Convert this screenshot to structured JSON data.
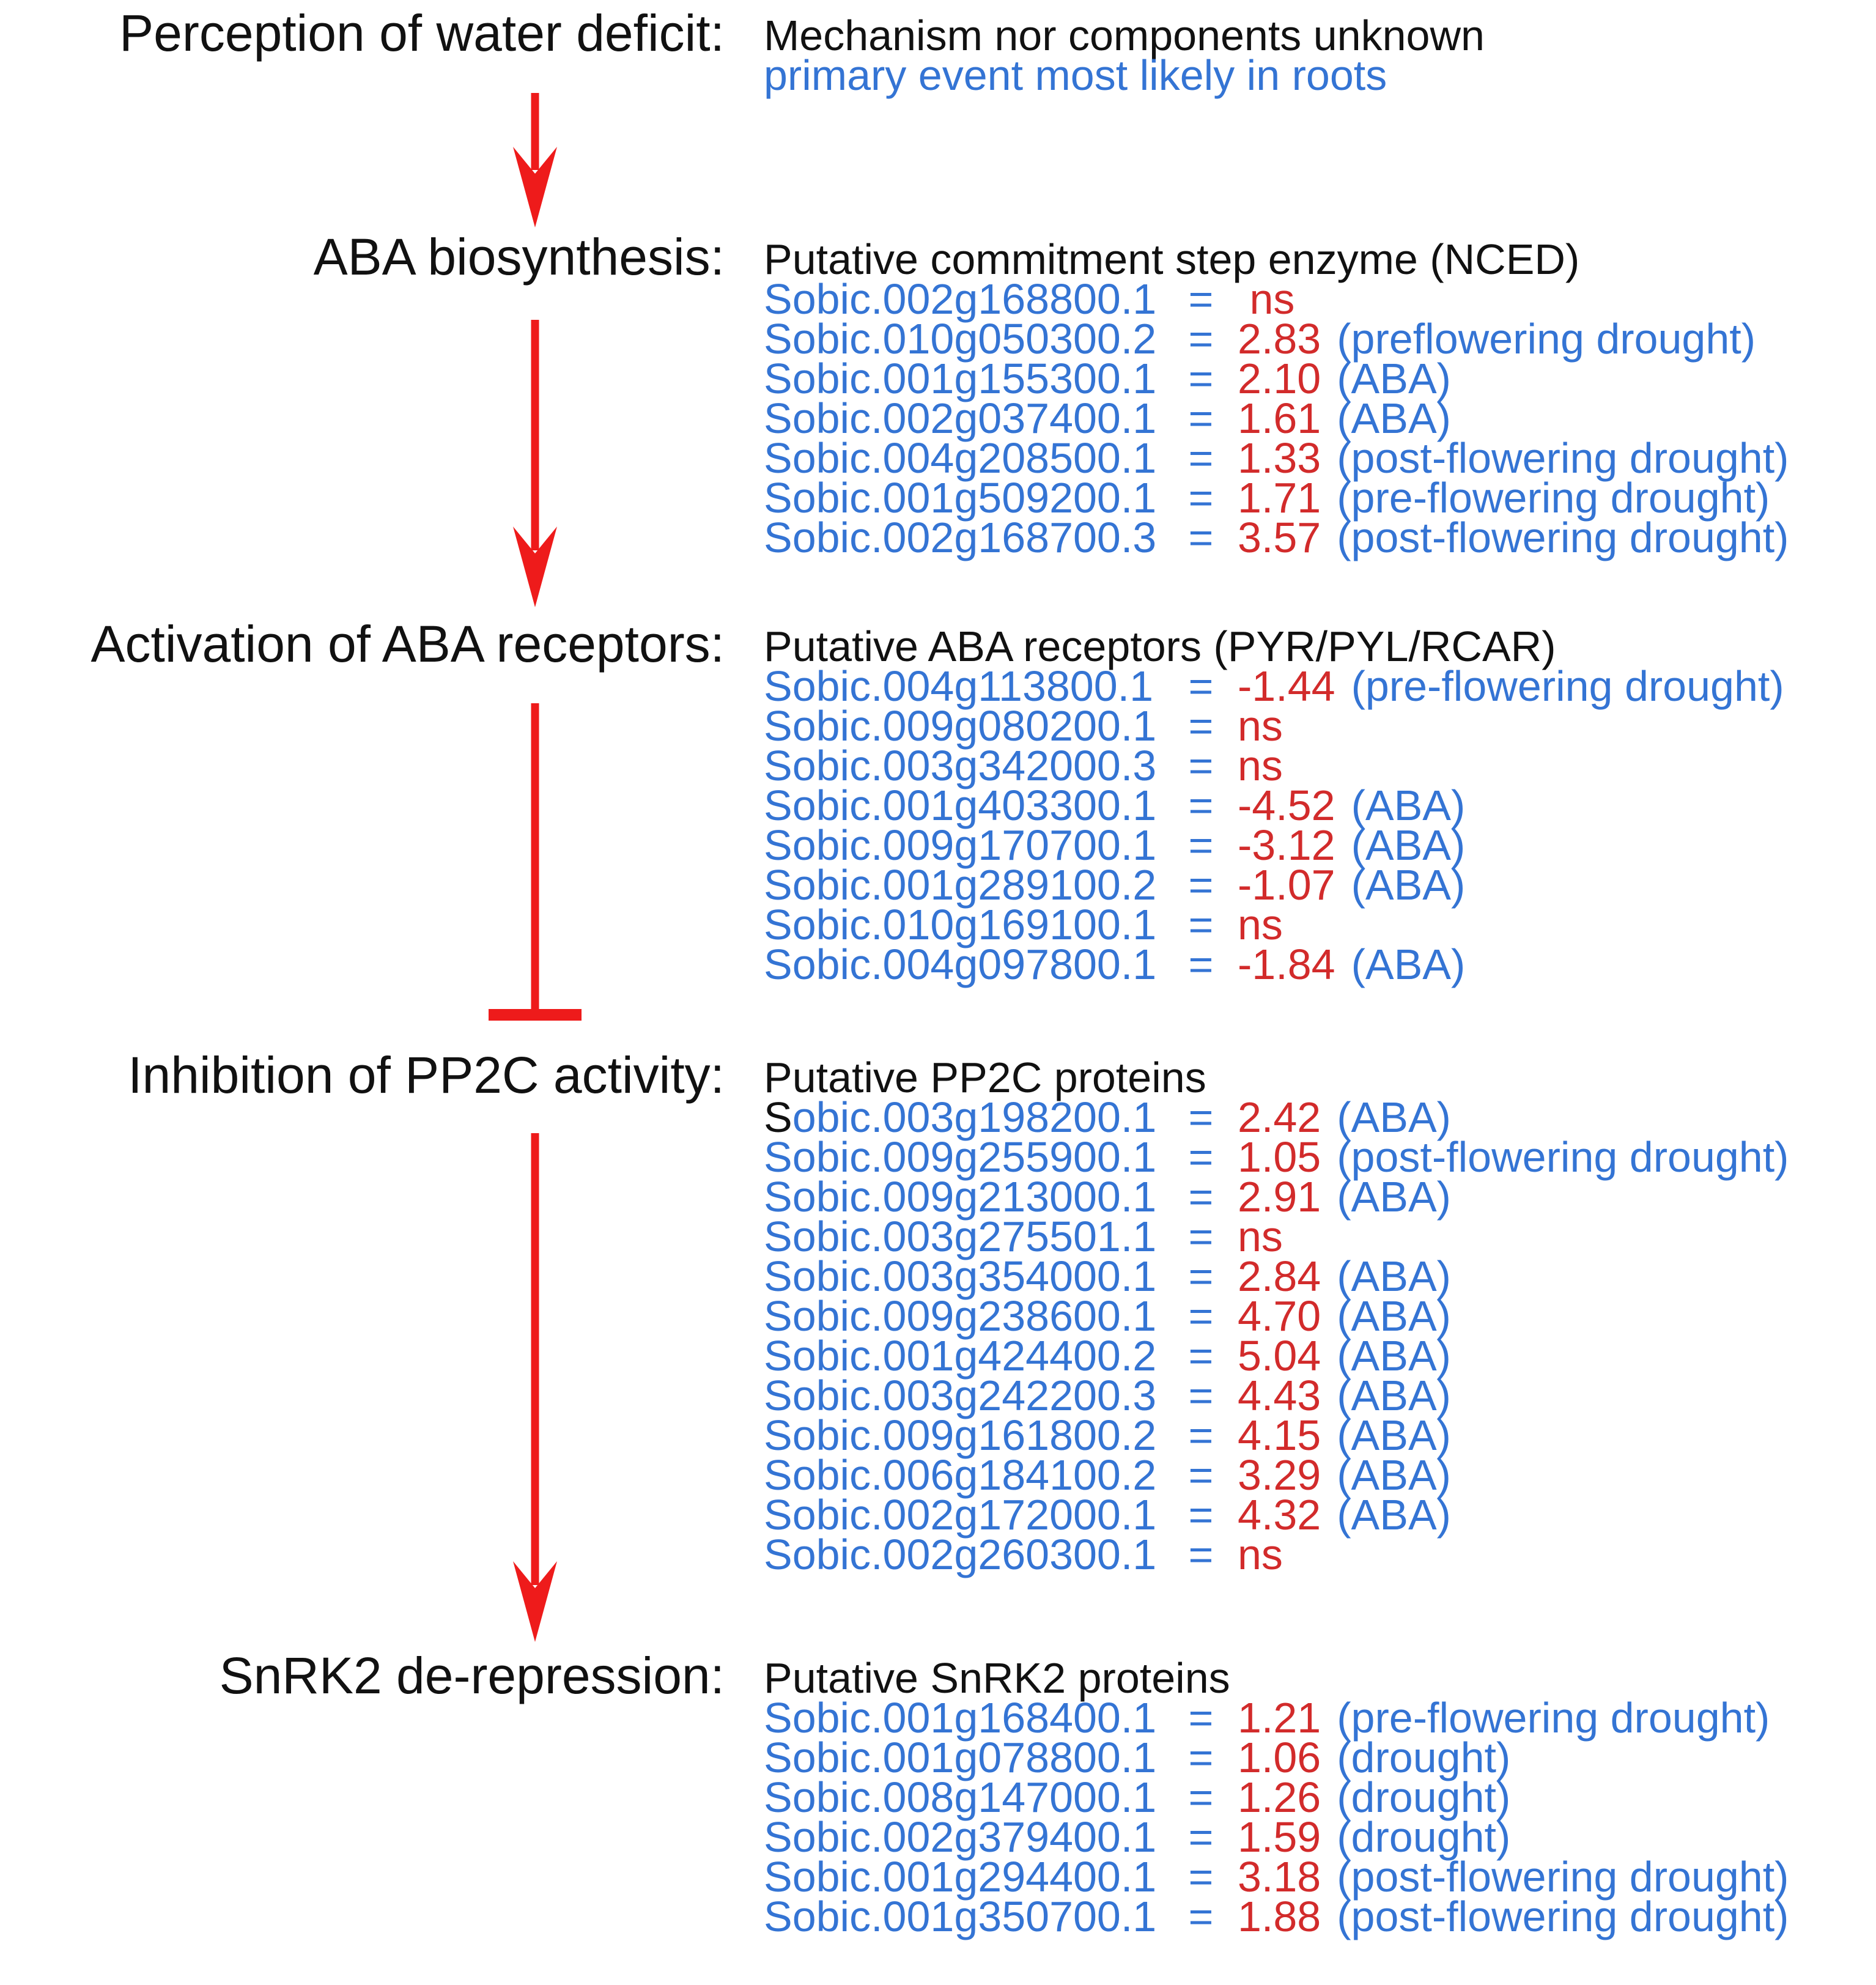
{
  "colors": {
    "gene_blue": "#3474d4",
    "value_red": "#d22b2b",
    "arrow_red": "#ee1b1b",
    "text_black": "#111111"
  },
  "stages": [
    {
      "label": "Perception of water deficit:",
      "header": "Mechanism nor components unknown",
      "subheader": "primary event most likely in roots",
      "genes": []
    },
    {
      "label": "ABA biosynthesis:",
      "header": "Putative commitment step enzyme (NCED)",
      "genes": [
        {
          "id": "Sobic.002g168800.1",
          "value": " ns",
          "note": ""
        },
        {
          "id": "Sobic.010g050300.2",
          "value": "2.83",
          "note": "(preflowering drought)"
        },
        {
          "id": "Sobic.001g155300.1",
          "value": "2.10",
          "note": "(ABA)"
        },
        {
          "id": "Sobic.002g037400.1",
          "value": "1.61",
          "note": "(ABA)"
        },
        {
          "id": "Sobic.004g208500.1",
          "value": "1.33",
          "note": "(post-flowering drought)"
        },
        {
          "id": "Sobic.001g509200.1",
          "value": "1.71",
          "note": "(pre-flowering drought)"
        },
        {
          "id": "Sobic.002g168700.3",
          "value": "3.57",
          "note": "(post-flowering drought)"
        }
      ]
    },
    {
      "label": "Activation of ABA receptors:",
      "header": "Putative ABA receptors (PYR/PYL/RCAR)",
      "genes": [
        {
          "id": "Sobic.004g113800.1",
          "value": "-1.44",
          "note": "(pre-flowering drought)"
        },
        {
          "id": "Sobic.009g080200.1",
          "value": "ns",
          "note": ""
        },
        {
          "id": "Sobic.003g342000.3",
          "value": "ns",
          "note": ""
        },
        {
          "id": "Sobic.001g403300.1",
          "value": "-4.52",
          "note": "(ABA)"
        },
        {
          "id": "Sobic.009g170700.1",
          "value": "-3.12",
          "note": "(ABA)"
        },
        {
          "id": "Sobic.001g289100.2",
          "value": "-1.07",
          "note": "(ABA)"
        },
        {
          "id": "Sobic.010g169100.1",
          "value": "ns",
          "note": ""
        },
        {
          "id": "Sobic.004g097800.1",
          "value": "-1.84",
          "note": "(ABA)"
        }
      ]
    },
    {
      "label": "Inhibition of PP2C activity:",
      "header": "Putative PP2C proteins",
      "genes": [
        {
          "id": "Sobic.003g198200.1",
          "s_black": true,
          "value": "2.42",
          "note": "(ABA)"
        },
        {
          "id": "Sobic.009g255900.1",
          "value": "1.05",
          "note": "(post-flowering drought)"
        },
        {
          "id": "Sobic.009g213000.1",
          "value": "2.91",
          "note": "(ABA)"
        },
        {
          "id": "Sobic.003g275501.1",
          "value": "ns",
          "note": ""
        },
        {
          "id": "Sobic.003g354000.1",
          "value": "2.84",
          "note": "(ABA)"
        },
        {
          "id": "Sobic.009g238600.1",
          "value": "4.70",
          "note": "(ABA)"
        },
        {
          "id": "Sobic.001g424400.2",
          "value": "5.04",
          "note": "(ABA)"
        },
        {
          "id": "Sobic.003g242200.3",
          "value": "4.43",
          "note": "(ABA)"
        },
        {
          "id": "Sobic.009g161800.2",
          "value": "4.15",
          "note": "(ABA)"
        },
        {
          "id": "Sobic.006g184100.2",
          "value": "3.29",
          "note": "(ABA)"
        },
        {
          "id": "Sobic.002g172000.1",
          "value": "4.32",
          "note": "(ABA)"
        },
        {
          "id": "Sobic.002g260300.1",
          "value": "ns",
          "note": ""
        }
      ]
    },
    {
      "label": "SnRK2 de-repression:",
      "header": "Putative SnRK2 proteins",
      "genes": [
        {
          "id": "Sobic.001g168400.1",
          "value": "1.21",
          "note": "(pre-flowering drought)"
        },
        {
          "id": "Sobic.001g078800.1",
          "value": "1.06",
          "note": "(drought)"
        },
        {
          "id": "Sobic.008g147000.1",
          "value": "1.26",
          "note": "(drought)"
        },
        {
          "id": "Sobic.002g379400.1",
          "value": "1.59",
          "note": "(drought)"
        },
        {
          "id": "Sobic.001g294400.1",
          "value": "3.18",
          "note": "(post-flowering drought)"
        },
        {
          "id": "Sobic.001g350700.1",
          "value": "1.88",
          "note": "(post-flowering drought)"
        }
      ]
    }
  ],
  "connectors": [
    {
      "type": "arrow",
      "from": "Perception of water deficit",
      "to": "ABA biosynthesis"
    },
    {
      "type": "arrow",
      "from": "ABA biosynthesis",
      "to": "Activation of ABA receptors"
    },
    {
      "type": "inhibition",
      "from": "Activation of ABA receptors",
      "to": "Inhibition of PP2C activity"
    },
    {
      "type": "arrow",
      "from": "Inhibition of PP2C activity",
      "to": "SnRK2 de-repression"
    }
  ]
}
